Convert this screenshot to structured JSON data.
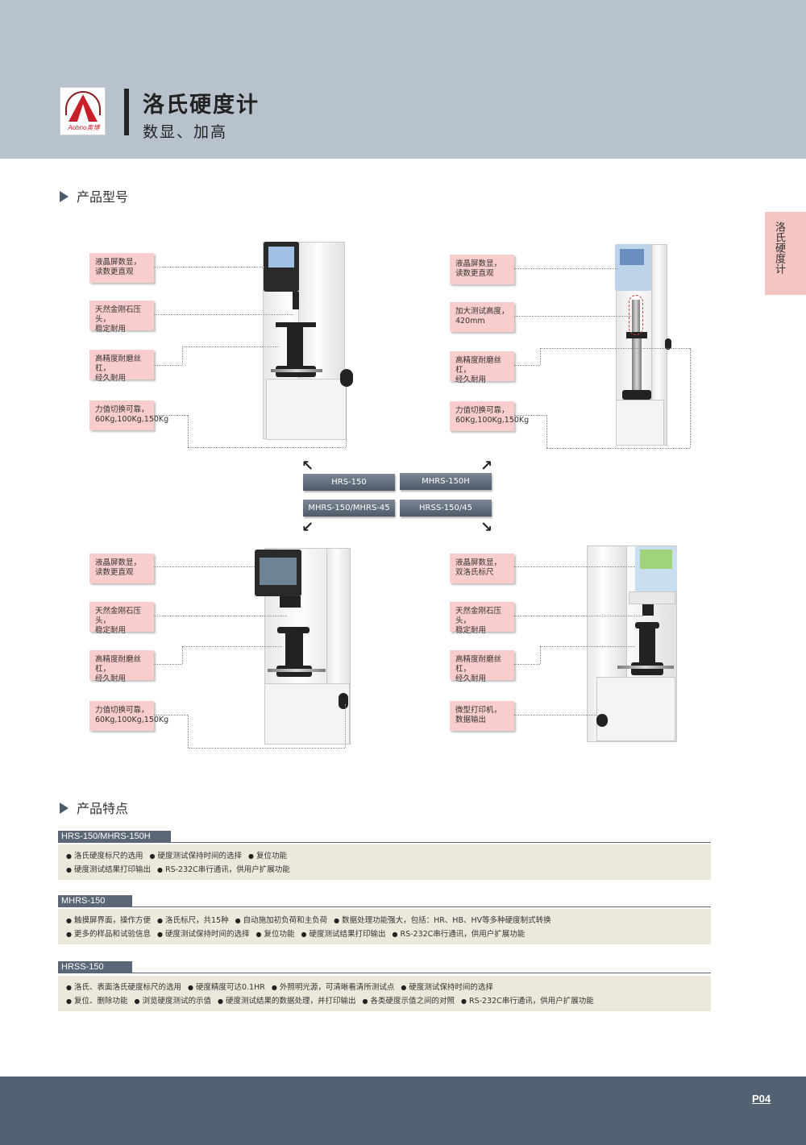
{
  "header": {
    "logo_text": "Aobno奥博",
    "title": "洛氏硬度计",
    "subtitle": "数显、加高"
  },
  "side_tab": "洛氏硬度计",
  "sections": {
    "models_heading": "产品型号",
    "features_heading": "产品特点"
  },
  "machines": [
    {
      "callouts": [
        "液晶屏数显，\n读数更直观",
        "天然金刚石压头，\n稳定耐用",
        "高精度耐磨丝杠，\n经久耐用",
        "力值切换可靠，\n60Kg,100Kg,150Kg"
      ]
    },
    {
      "callouts": [
        "液晶屏数显，\n读数更直观",
        "加大测试高度，\n420mm",
        "高精度耐磨丝杠，\n经久耐用",
        "力值切换可靠，\n60Kg,100Kg,150Kg"
      ]
    },
    {
      "callouts": [
        "液晶屏数显，\n读数更直观",
        "天然金刚石压头，\n稳定耐用",
        "高精度耐磨丝杠，\n经久耐用",
        "力值切换可靠，\n60Kg,100Kg,150Kg"
      ]
    },
    {
      "callouts": [
        "液晶屏数显，\n双洛氏标尺",
        "天然金刚石压头，\n稳定耐用",
        "高精度耐磨丝杠，\n经久耐用",
        "微型打印机，\n数据输出"
      ]
    }
  ],
  "models": [
    "HRS-150",
    "MHRS-150H",
    "MHRS-150/MHRS-45",
    "HRSS-150/45"
  ],
  "features": [
    {
      "tag": "HRS-150/MHRS-150H",
      "lines": [
        [
          "洛氏硬度标尺的选用",
          "硬度测试保持时间的选择",
          "复位功能"
        ],
        [
          "硬度测试结果打印输出",
          "RS-232C串行通讯，供用户扩展功能"
        ]
      ]
    },
    {
      "tag": "MHRS-150",
      "lines": [
        [
          "触摸屏界面，操作方便",
          "洛氏标尺，共15种",
          "自动施加初负荷和主负荷",
          "数据处理功能强大，包括：HR、HB、HV等多种硬度制式转换"
        ],
        [
          "更多的样品和试验信息",
          "硬度测试保持时间的选择",
          "复位功能",
          "硬度测试结果打印输出",
          "RS-232C串行通讯，供用户扩展功能"
        ]
      ]
    },
    {
      "tag": "HRSS-150",
      "lines": [
        [
          "洛氏、表面洛氏硬度标尺的选用",
          "硬度精度可达0.1HR",
          "外照明光源，可清晰看清所测试点",
          "硬度测试保持时间的选择"
        ],
        [
          "复位、删除功能",
          "浏览硬度测试的示值",
          "硬度测试结果的数据处理，并打印输出",
          "各类硬度示值之间的对照",
          "RS-232C串行通讯，供用户扩展功能"
        ]
      ]
    }
  ],
  "footer": {
    "page": "P04"
  }
}
